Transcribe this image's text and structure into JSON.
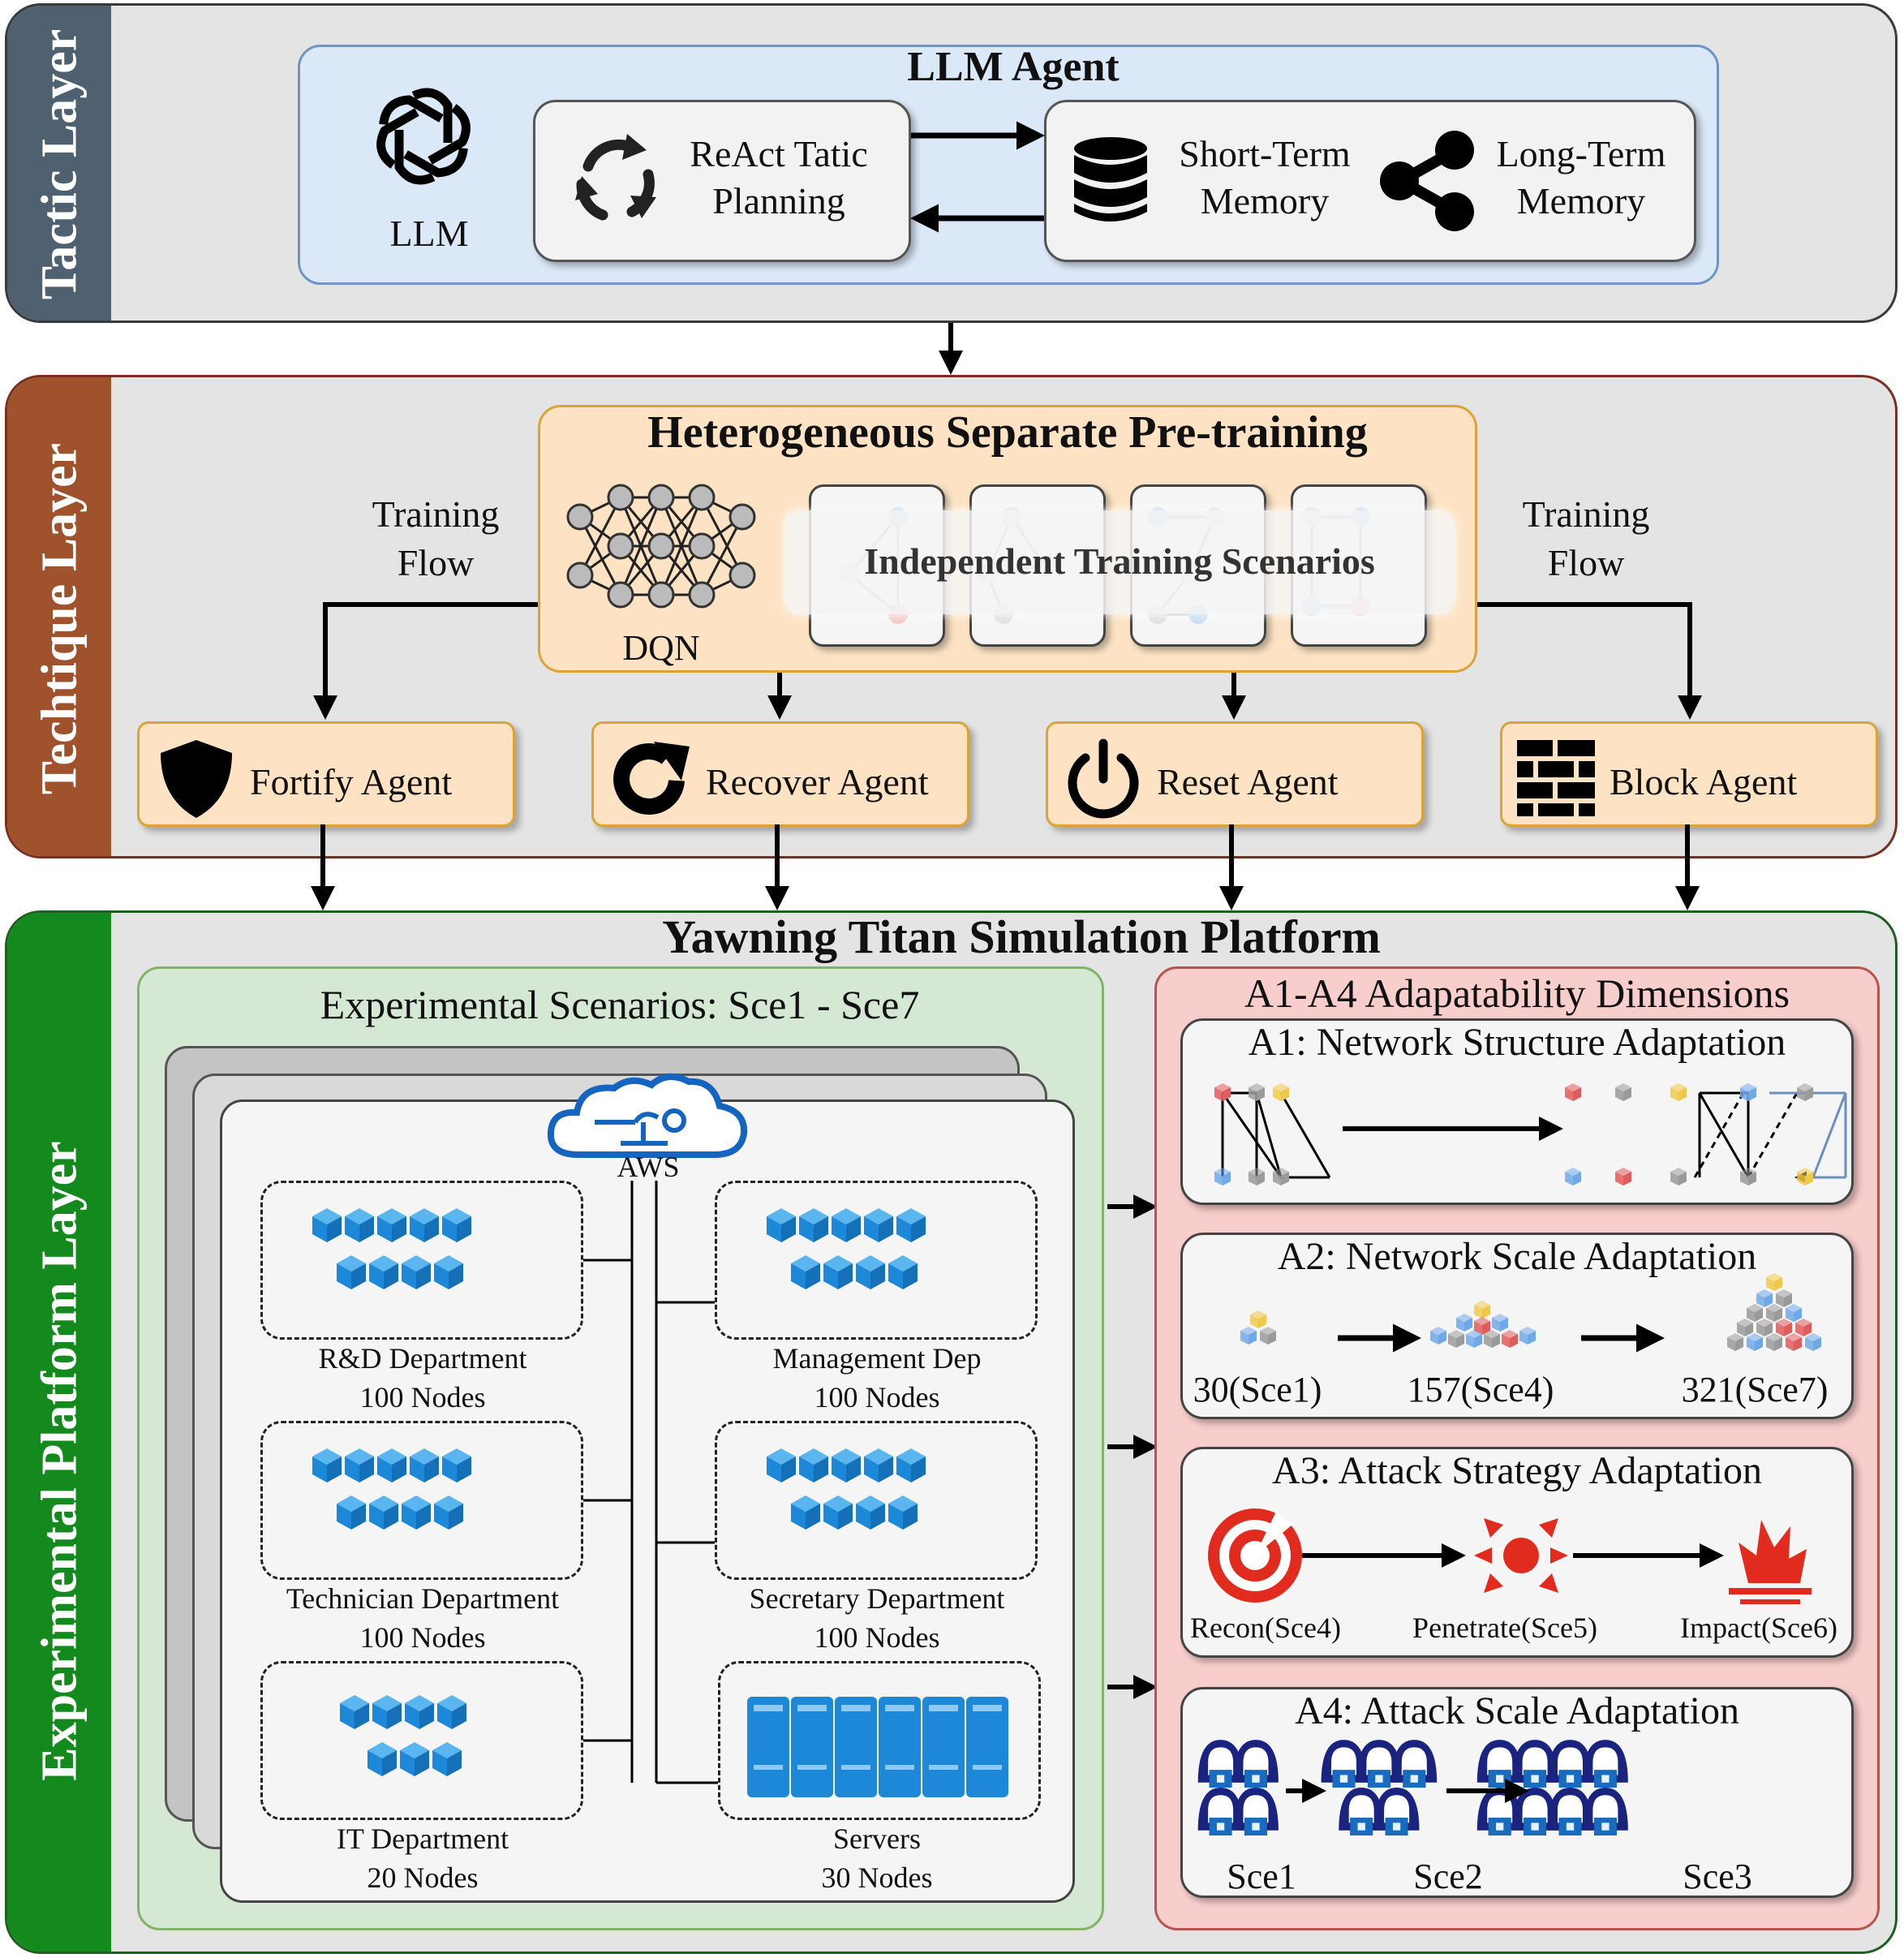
{
  "tactic_layer": {
    "label": "Tactic Layer",
    "llm_agent_title": "LLM Agent",
    "llm_label": "LLM",
    "react_line1": "ReAct Tatic",
    "react_line2": "Planning",
    "stm_line1": "Short-Term",
    "stm_line2": "Memory",
    "ltm_line1": "Long-Term",
    "ltm_line2": "Memory"
  },
  "technique_layer": {
    "label": "Techtique Layer",
    "pretraining_title": "Heterogeneous Separate Pre-training",
    "training_flow_left_1": "Training",
    "training_flow_left_2": "Flow",
    "training_flow_right_1": "Training",
    "training_flow_right_2": "Flow",
    "dqn_label": "DQN",
    "scenarios_label": "Independent Training Scenarios",
    "agents": [
      "Fortify Agent",
      "Recover Agent",
      "Reset Agent",
      "Block Agent"
    ]
  },
  "platform_layer": {
    "label": "Experimental Platform Layer",
    "title": "Yawning Titan Simulation Platform",
    "scenarios_title": "Experimental Scenarios: Sce1 - Sce7",
    "aws_label": "AWS",
    "departments": [
      {
        "name": "R&D Department",
        "nodes": "100 Nodes"
      },
      {
        "name": "Management Dep",
        "nodes": "100 Nodes"
      },
      {
        "name": "Technician Department",
        "nodes": "100 Nodes"
      },
      {
        "name": "Secretary Department",
        "nodes": "100 Nodes"
      },
      {
        "name": "IT Department",
        "nodes": "20 Nodes"
      },
      {
        "name": "Servers",
        "nodes": "30 Nodes"
      }
    ],
    "adapt_title": "A1-A4 Adapatability Dimensions",
    "a1_title": "A1: Network Structure Adaptation",
    "a2_title": "A2: Network Scale Adaptation",
    "a2_labels": [
      "30(Sce1)",
      "157(Sce4)",
      "321(Sce7)"
    ],
    "a3_title": "A3: Attack Strategy Adaptation",
    "a3_labels": [
      "Recon(Sce4)",
      "Penetrate(Sce5)",
      "Impact(Sce6)"
    ],
    "a4_title": "A4: Attack Scale Adaptation",
    "a4_labels": [
      "Sce1",
      "Sce2",
      "Sce3"
    ]
  },
  "colors": {
    "tactic_tab": "#4f6070",
    "technique_tab": "#a0522d",
    "platform_tab": "#148a1e",
    "llm_agent_bg": "#dbe8f8",
    "agent_bg": "#fde3c4",
    "scenarios_bg": "#d5e8d4",
    "adapt_bg": "#f8cecc",
    "cube_blue": "#1e88d8"
  }
}
